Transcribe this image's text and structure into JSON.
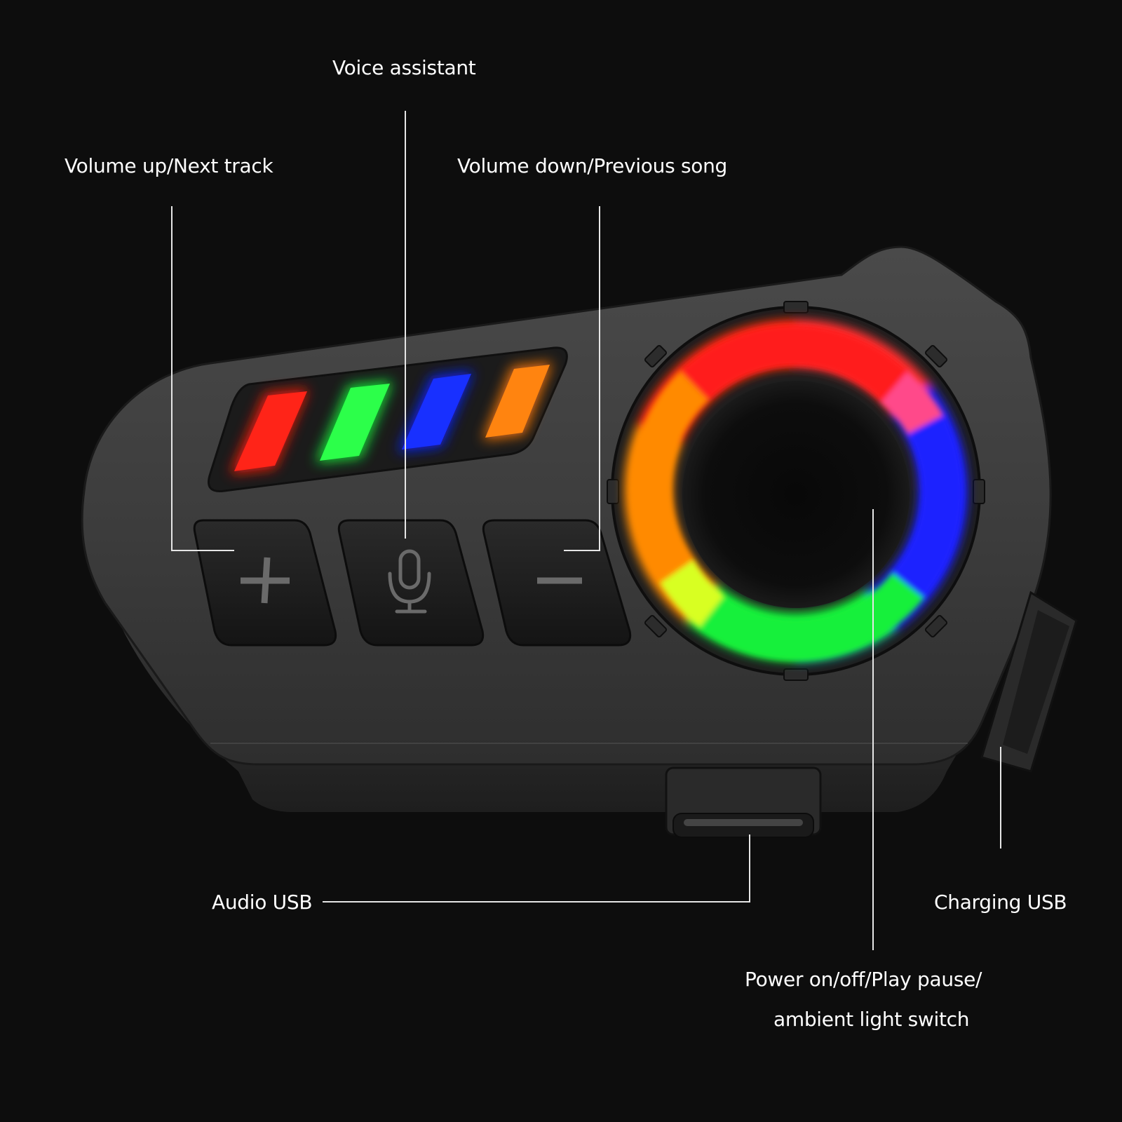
{
  "background_color": "#0d0d0d",
  "device": {
    "body_color": "#3a3a3a",
    "button_color": "#1b1b1b",
    "icons": {
      "plus": "plus-icon",
      "mic": "microphone-icon",
      "minus": "minus-icon"
    },
    "light_bar_colors": [
      "#ff1a10",
      "#18f23a",
      "#1022ff",
      "#ff7a08"
    ],
    "ring_colors": [
      "#ff1a1a",
      "#1a22ff",
      "#17f03a",
      "#ff8a00"
    ]
  },
  "labels": {
    "voice_assistant": "Voice assistant",
    "volume_up": "Volume up/Next track",
    "volume_down": "Volume down/Previous song",
    "audio_usb": "Audio USB",
    "charging_usb": "Charging USB",
    "power_line1": "Power on/off/Play pause/",
    "power_line2": "ambient light switch"
  }
}
